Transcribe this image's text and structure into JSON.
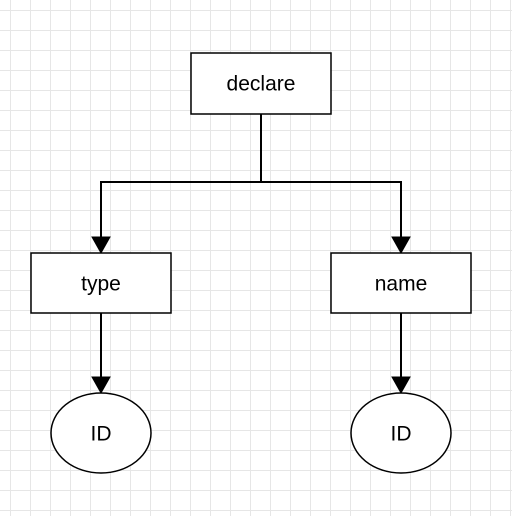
{
  "diagram": {
    "nodes": {
      "declare": {
        "label": "declare",
        "shape": "rectangle"
      },
      "type": {
        "label": "type",
        "shape": "rectangle"
      },
      "name": {
        "label": "name",
        "shape": "rectangle"
      },
      "id_left": {
        "label": "ID",
        "shape": "ellipse"
      },
      "id_right": {
        "label": "ID",
        "shape": "ellipse"
      }
    },
    "edges": [
      {
        "from": "declare",
        "to": "type"
      },
      {
        "from": "declare",
        "to": "name"
      },
      {
        "from": "type",
        "to": "id_left"
      },
      {
        "from": "name",
        "to": "id_right"
      }
    ],
    "colors": {
      "stroke": "#000000",
      "fill": "#ffffff",
      "grid": "#e6e6e6"
    }
  }
}
